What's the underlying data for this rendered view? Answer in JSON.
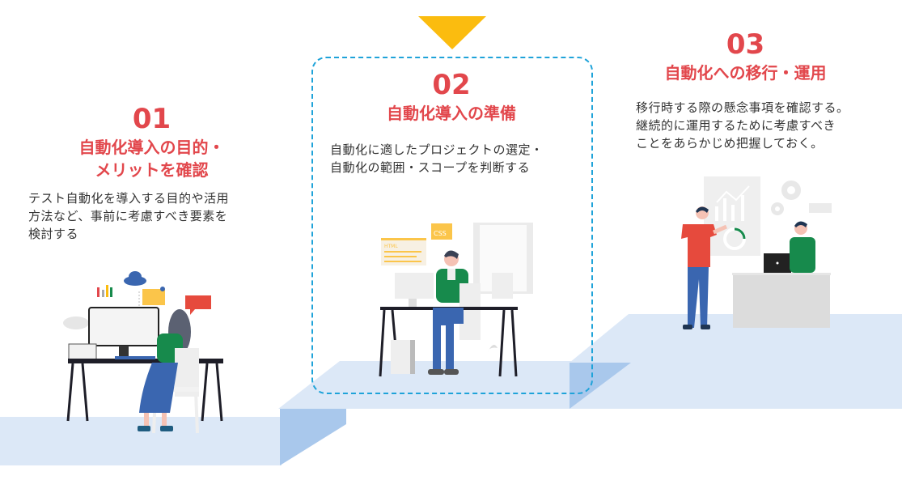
{
  "colors": {
    "accent_red": "#e2474c",
    "arrow_yellow": "#fbbc0f",
    "dashed_blue": "#1fa3d9",
    "step_light": "#dce8f7",
    "step_dark": "#a9c8ec",
    "text": "#333333"
  },
  "current_indicator": {
    "icon": "down-triangle-marker",
    "points_to_step": "02"
  },
  "steps": [
    {
      "number": "01",
      "title_line1": "自動化導入の目的・",
      "title_line2": "メリットを確認",
      "description": "テスト自動化を導入する目的や活用\n方法など、事前に考慮すべき要素を\n検討する",
      "illustration": "woman-working-at-desktop-computer"
    },
    {
      "number": "02",
      "title_line1": "自動化導入の準備",
      "description": "自動化に適したプロジェクトの選定・\n自動化の範囲・スコープを判断する",
      "illustration": "man-coding-html-css-at-desk",
      "illustration_labels": {
        "html": "HTML",
        "css": "CSS"
      }
    },
    {
      "number": "03",
      "title_line1": "自動化への移行・運用",
      "description": "移行時する際の懸念事項を確認する。\n継続的に運用するために考慮すべき\nことをあらかじめ把握しておく。",
      "illustration": "team-presentation-with-charts"
    }
  ]
}
